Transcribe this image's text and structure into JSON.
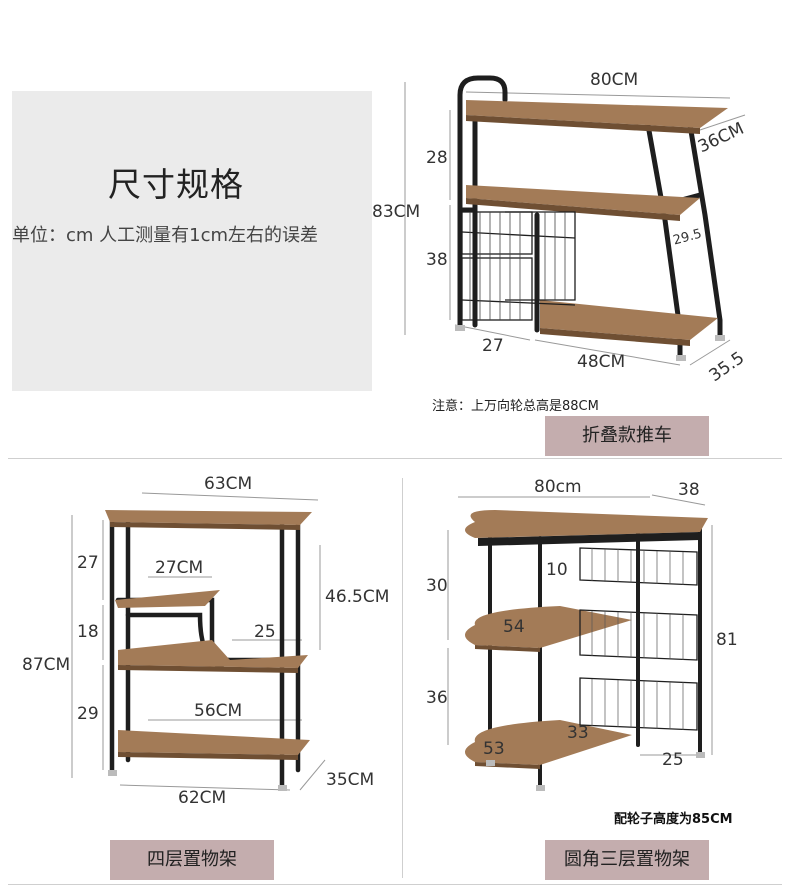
{
  "header": {
    "title": "尺寸规格",
    "unit_note": "单位：cm 人工测量有1cm左右的误差"
  },
  "product1": {
    "dims": {
      "width": "80CM",
      "depth": "36CM",
      "height": "83CM",
      "tier1": "28",
      "tier2": "38",
      "leg_gap": "29.5",
      "base_left": "27",
      "base_right": "48CM",
      "base_depth": "35.5"
    },
    "note": "注意：上万向轮总高是88CM",
    "tag": "折叠款推车"
  },
  "product2": {
    "dims": {
      "width": "63CM",
      "height": "87CM",
      "t1": "27",
      "t2": "18",
      "t3": "29",
      "inner_w": "27CM",
      "right_h": "46.5CM",
      "step": "25",
      "shelf_w": "56CM",
      "base_w": "62CM",
      "depth": "35CM"
    },
    "tag": "四层置物架"
  },
  "product3": {
    "dims": {
      "width": "80cm",
      "depth": "38",
      "h1": "30",
      "h2": "36",
      "basket": "10",
      "mid": "54",
      "bottom_l": "53",
      "bottom_r": "33",
      "right_h": "81",
      "base": "25"
    },
    "note": "配轮子高度为85CM",
    "tag": "圆角三层置物架"
  },
  "colors": {
    "tag_bg": "#c4adae",
    "wood": "#9c7654",
    "metal": "#1e1e1e"
  }
}
